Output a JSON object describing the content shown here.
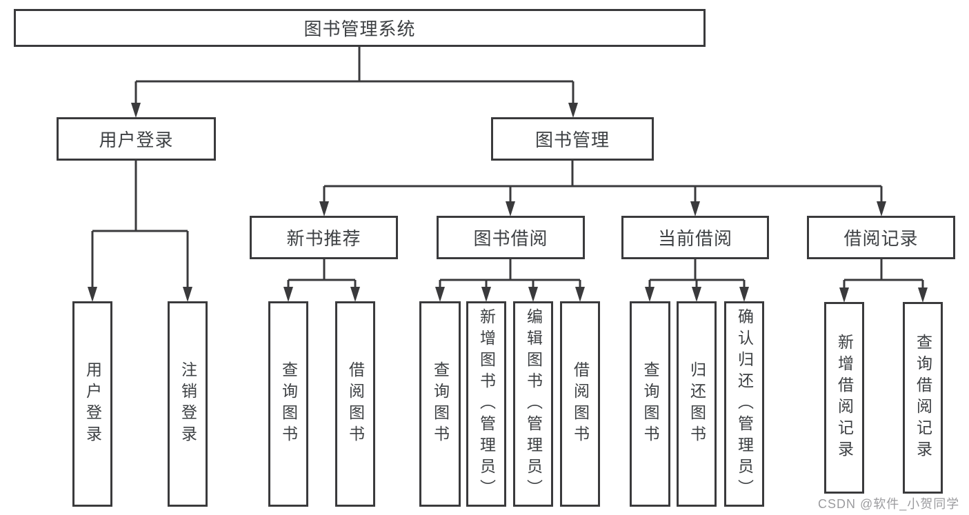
{
  "diagram": {
    "root": {
      "label": "图书管理系统"
    },
    "level2": [
      {
        "label": "用户登录"
      },
      {
        "label": "图书管理"
      }
    ],
    "level3": [
      {
        "label": "新书推荐"
      },
      {
        "label": "图书借阅"
      },
      {
        "label": "当前借阅"
      },
      {
        "label": "借阅记录"
      }
    ],
    "leaves": [
      {
        "label": "用户登录"
      },
      {
        "label": "注销登录"
      },
      {
        "label": "查询图书"
      },
      {
        "label": "借阅图书"
      },
      {
        "label": "查询图书"
      },
      {
        "label": "新增图书（管理员）"
      },
      {
        "label": "编辑图书（管理员）"
      },
      {
        "label": "借阅图书"
      },
      {
        "label": "查询图书"
      },
      {
        "label": "归还图书"
      },
      {
        "label": "确认归还（管理员）"
      },
      {
        "label": "新增借阅记录"
      },
      {
        "label": "查询借阅记录"
      }
    ]
  },
  "watermark": {
    "text": "CSDN @软件_小贺同学"
  },
  "colors": {
    "line": "#3a3a3c",
    "text": "#3d4043",
    "watermark": "#9b9b9e",
    "background": "#ffffff"
  }
}
